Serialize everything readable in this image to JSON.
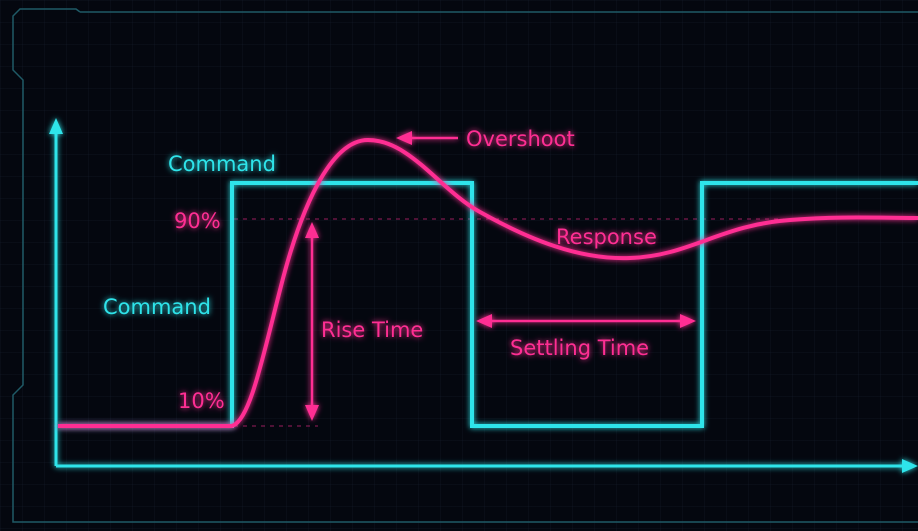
{
  "colors": {
    "command": "#2fe4ea",
    "response": "#ff2f93",
    "background": "#04070f",
    "frame": "#1f5a66"
  },
  "labels": {
    "command_top": "Command",
    "command_left": "Command",
    "level_90": "90%",
    "level_10": "10%",
    "overshoot": "Overshoot",
    "response": "Response",
    "rise_time": "Rise Time",
    "settling_time": "Settling Time"
  }
}
